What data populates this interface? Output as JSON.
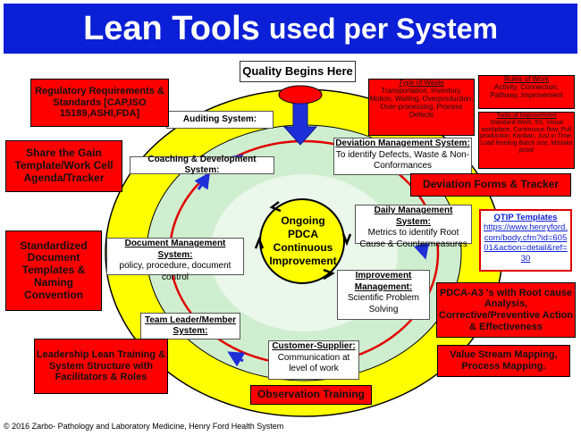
{
  "title": {
    "main": "Lean Tools",
    "rest": "used per System"
  },
  "quality": "Quality Begins Here",
  "center": {
    "lines": [
      "Ongoing",
      "PDCA",
      "Continuous",
      "Improvement"
    ]
  },
  "systems": {
    "auditing": {
      "header": "Auditing System:",
      "body": ""
    },
    "deviation": {
      "header": "Deviation Management System:",
      "body": "To identify Defects, Waste & Non-Conformances"
    },
    "coaching": {
      "header": "Coaching & Development System:",
      "body": ""
    },
    "daily": {
      "header": "Daily Management System:",
      "body": "Metrics to identify Root Cause & Countermeasures"
    },
    "document": {
      "header": "Document Management System:",
      "body": "policy, procedure, document control"
    },
    "improvement": {
      "header": "Improvement Management:",
      "body": "Scientific Problem Solving"
    },
    "teamleader": {
      "header": "Team Leader/Member System:",
      "body": ""
    },
    "customer": {
      "header": "Customer-Supplier:",
      "body": "Communication at level of work"
    }
  },
  "tools": {
    "regulatory": "Regulatory Requirements & Standards [CAP,ISO 15189,ASHI,FDA]",
    "share_gain": "Share the Gain Template/Work Cell Agenda/Tracker",
    "standardized": "Standardized Document Templates & Naming Convention",
    "leadership": "Leadership Lean Training & System Structure with Facilitators & Roles",
    "deviation_forms": "Deviation Forms & Tracker",
    "pdca": "PDCA-A3 's with Root cause Analysis, Corrective/Preventive Action & Effectiveness",
    "value_stream": "Value Stream Mapping, Process Mapping.",
    "observation": "Observation Training"
  },
  "waste": {
    "header": "Type of Waste",
    "body": "Transportation, Inventory, Motion, Waiting, Overproduction, Over-processing, Process Defects"
  },
  "rules": {
    "header": "Rules of Work",
    "body": "Activity, Connection, Pathway, Improvement"
  },
  "improvement_tools": {
    "header": "Tools of Improvement",
    "body": "Standard Work, 5S, Visual workplace, Continuous flow, Pull production, Kanban, Just in Time, Load leveling Batch size, Mistake proof"
  },
  "qtip": {
    "title": "QTIP Templates",
    "link": "https://www.henryford.com/body.cfm?id=60501&action=detail&ref=30"
  },
  "footer": "© 2016 Zarbo- Pathology and Laboratory Medicine, Henry Ford Health System",
  "colors": {
    "title_bg": "#0b1fd6",
    "outer_ring": "#ffff00",
    "inner_ring": "#cfeecf",
    "red_box": "#ff0000",
    "arrow": "#1f2fd8"
  }
}
